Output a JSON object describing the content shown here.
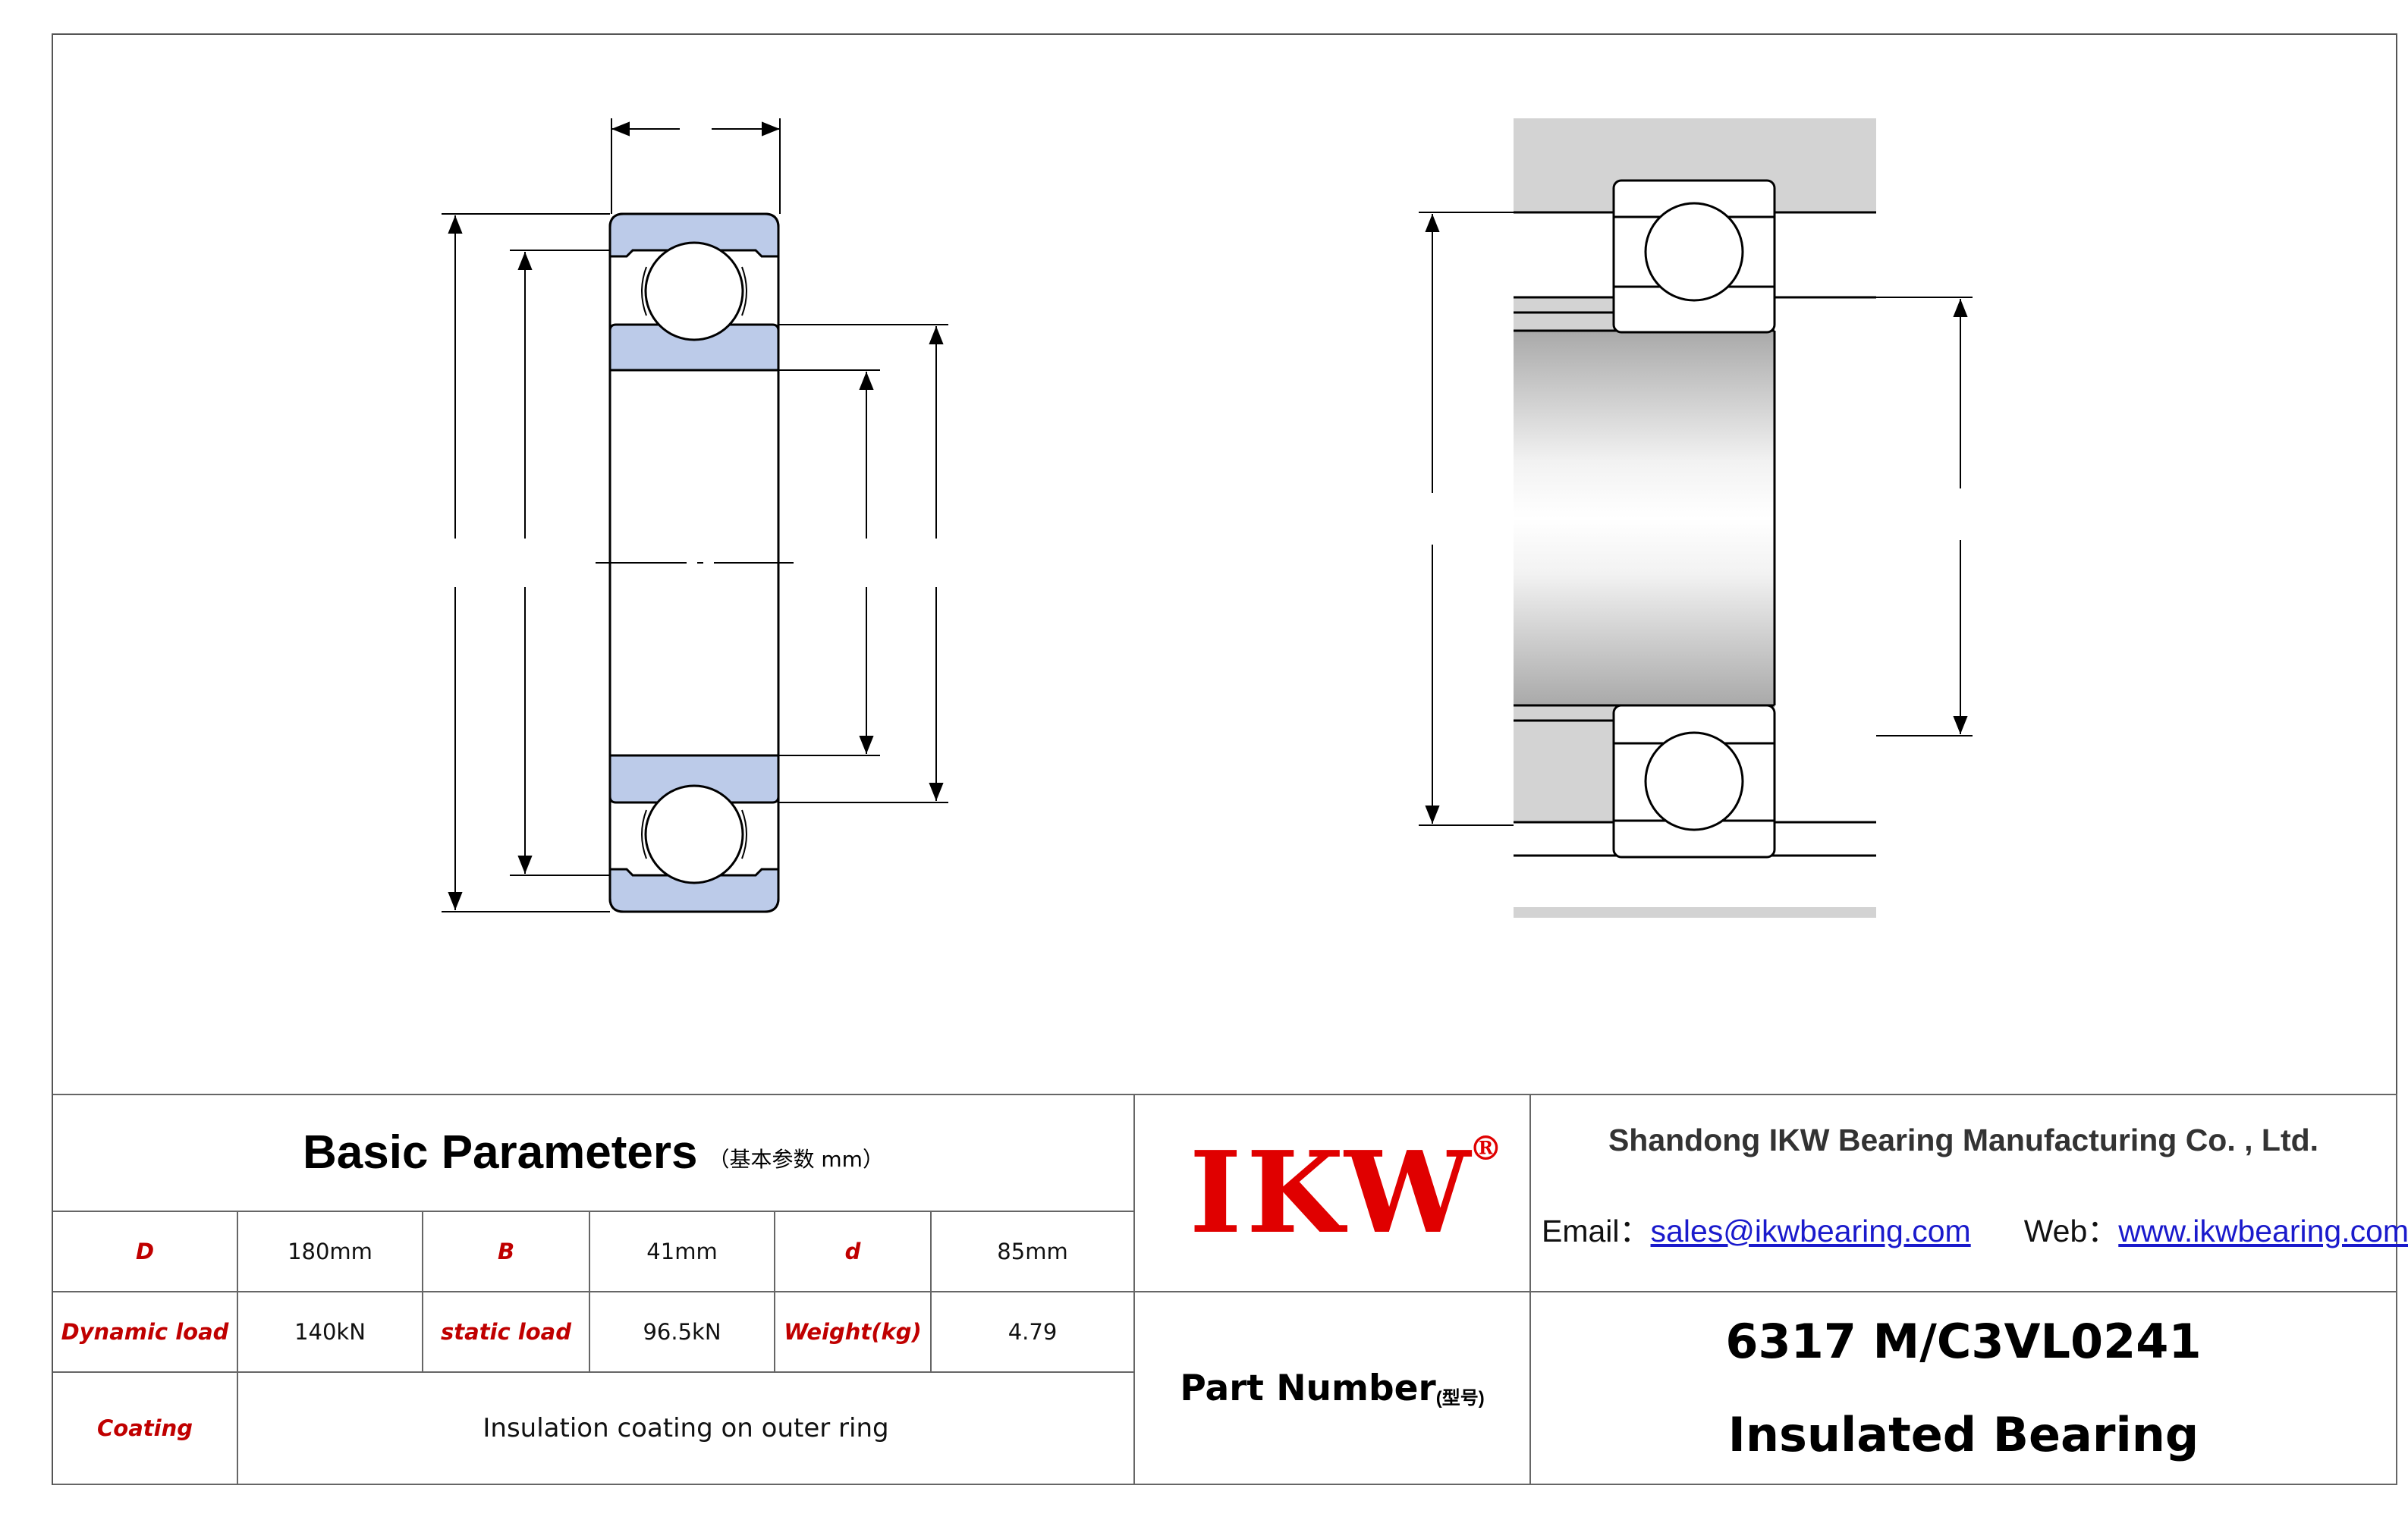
{
  "params_title": "Basic Parameters",
  "params_unit": "（基本参数 mm）",
  "labels": {
    "D": "D",
    "B": "B",
    "d": "d",
    "dynamic_load": "Dynamic load",
    "static_load": "static load",
    "weight": "Weight(kg)",
    "coating": "Coating"
  },
  "values": {
    "D": "180mm",
    "B": "41mm",
    "d": "85mm",
    "dynamic_load": "140kN",
    "static_load": "96.5kN",
    "weight": "4.79",
    "coating": "Insulation coating on outer ring"
  },
  "brand": {
    "logo_text": "IKW",
    "registered": "®"
  },
  "company": {
    "name": "Shandong IKW Bearing Manufacturing Co. , Ltd.",
    "email_label": "Email：",
    "email": "sales@ikwbearing.com",
    "web_label": "Web：",
    "web": "www.ikwbearing.com"
  },
  "part": {
    "label": "Part Number",
    "label_cn": "(型号)",
    "number": "6317 M/C3VL0241",
    "type": "Insulated Bearing"
  },
  "colors": {
    "ring_fill": "#bccbe9",
    "housing_fill": "#d3d3d3",
    "label_red": "#c00000",
    "logo_red": "#e00000",
    "link_blue": "#1a1acc"
  }
}
